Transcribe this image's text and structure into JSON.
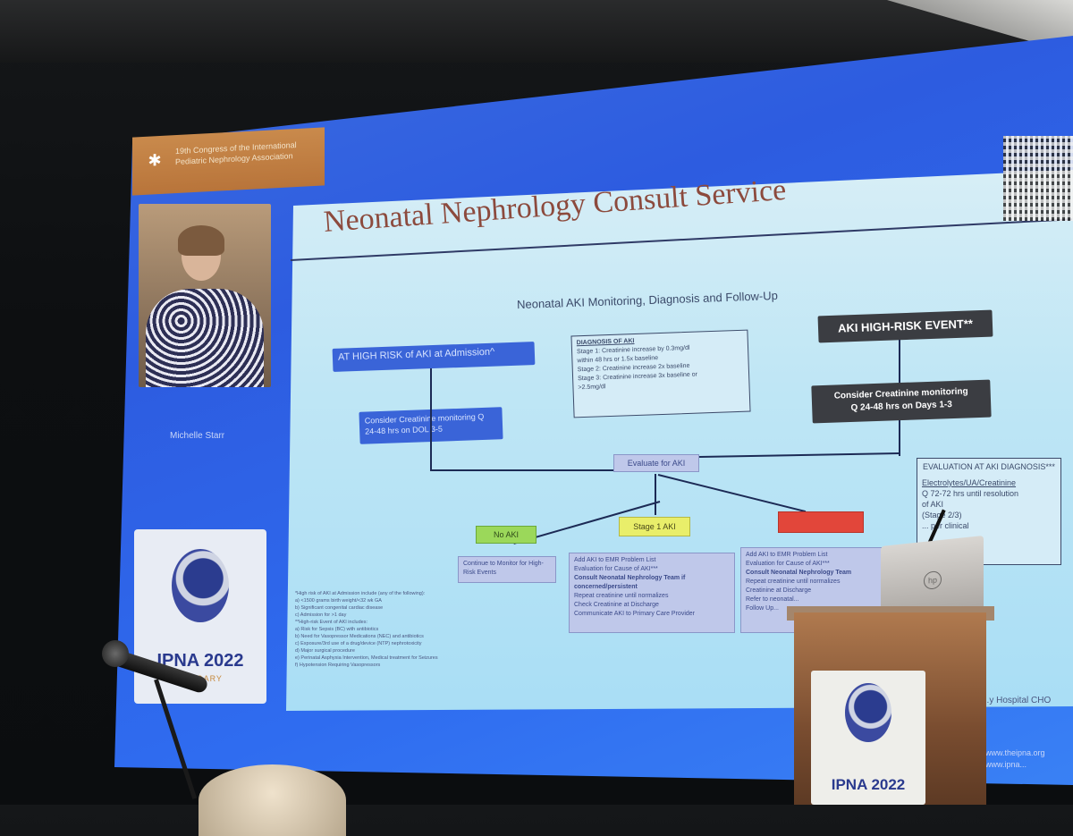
{
  "conference_banner": {
    "line1": "19th Congress of the International",
    "line2": "Pediatric Nephrology Association"
  },
  "speaker": {
    "name": "Michelle Starr"
  },
  "logo": {
    "text": "IPNA 2022",
    "subtext": "CALGARY"
  },
  "slide": {
    "title": "Neonatal Nephrology Consult Service",
    "chart_title": "Neonatal AKI Monitoring, Diagnosis and Follow-Up",
    "high_risk_admission": "AT HIGH RISK of AKI at Admission^",
    "creatinine_monitoring_left": "Consider Creatinine monitoring Q 24-48 hrs on DOL 3-5",
    "diagnosis_box": {
      "heading": "DIAGNOSIS OF AKI",
      "lines": [
        "Stage 1: Creatinine increase by 0.3mg/dl",
        "within 48 hrs or 1.5x baseline",
        "Stage 2: Creatinine increase 2x baseline",
        "Stage 3: Creatinine increase 3x baseline or",
        ">2.5mg/dl"
      ]
    },
    "high_risk_event": "AKI HIGH-RISK EVENT**",
    "creatinine_monitoring_right_line1": "Consider Creatinine monitoring",
    "creatinine_monitoring_right_line2": "Q 24-48 hrs on Days 1-3",
    "evaluate": "Evaluate for AKI",
    "no_aki": "No AKI",
    "stage1_aki": "Stage 1 AKI",
    "continue_monitor": "Continue to Monitor for High-Risk Events",
    "stage1_list": [
      "Add AKI to EMR Problem List",
      "Evaluation for Cause of AKI***",
      "Consult Neonatal Nephrology Team if concerned/persistent",
      "Repeat creatinine until normalizes",
      "Check Creatinine at Discharge",
      "Communicate AKI to Primary Care Provider"
    ],
    "stage23_list": [
      "Add AKI to EMR Problem List",
      "Evaluation for Cause of AKI***",
      "Consult Neonatal Nephrology Team",
      "Repeat creatinine until normalizes",
      "Creatinine at Discharge",
      "Refer to neonatal...",
      "Follow Up..."
    ],
    "evaluation_box": {
      "heading": "EVALUATION AT AKI DIAGNOSIS***",
      "lines": [
        "Electrolytes/UA/Creatinine",
        "Q 72-72 hrs until resolution",
        "of AKI",
        "(Stage 2/3)",
        "... per clinical"
      ]
    },
    "footnote_lines": [
      "*High risk of AKI at Admission include (any of the following):",
      "a)   <1500 grams birth weight/<32 wk GA",
      "b)   Significant congenital cardiac disease",
      "c)   Admission for >1 day",
      "**High-risk Event of AKI includes:",
      "a)   Risk for Sepsis (BC) with antibiotics",
      "b)   Need for Vasopressor Medications (NEC) and antibiotics",
      "c)   Exposure/3rd use of a drug/device (NTP) nephrotoxicity",
      "d)   Major surgical procedure",
      "e)   Perinatal Asphyxia Intervention, Medical treatment for Seizures",
      "f)   Hypotension Requiring Vasopressors"
    ],
    "credit": "...y Hospital CHO",
    "url_lines": [
      "www.theipna.org",
      "www.ipna..."
    ]
  },
  "podium": {
    "logo_text": "IPNA 2022",
    "laptop_brand": "hp"
  },
  "colors": {
    "screen_blue": "#2d5ce0",
    "slide_bg": "#bfe6f5",
    "title_text": "#8c4a3d",
    "box_blue": "#3a64d8",
    "box_dark": "#3b3d42",
    "no_aki_green": "#9bd85a",
    "stage1_yellow": "#e9ee6a",
    "stage23_red": "#e2463a",
    "podium_brown": "#7a4d30"
  }
}
